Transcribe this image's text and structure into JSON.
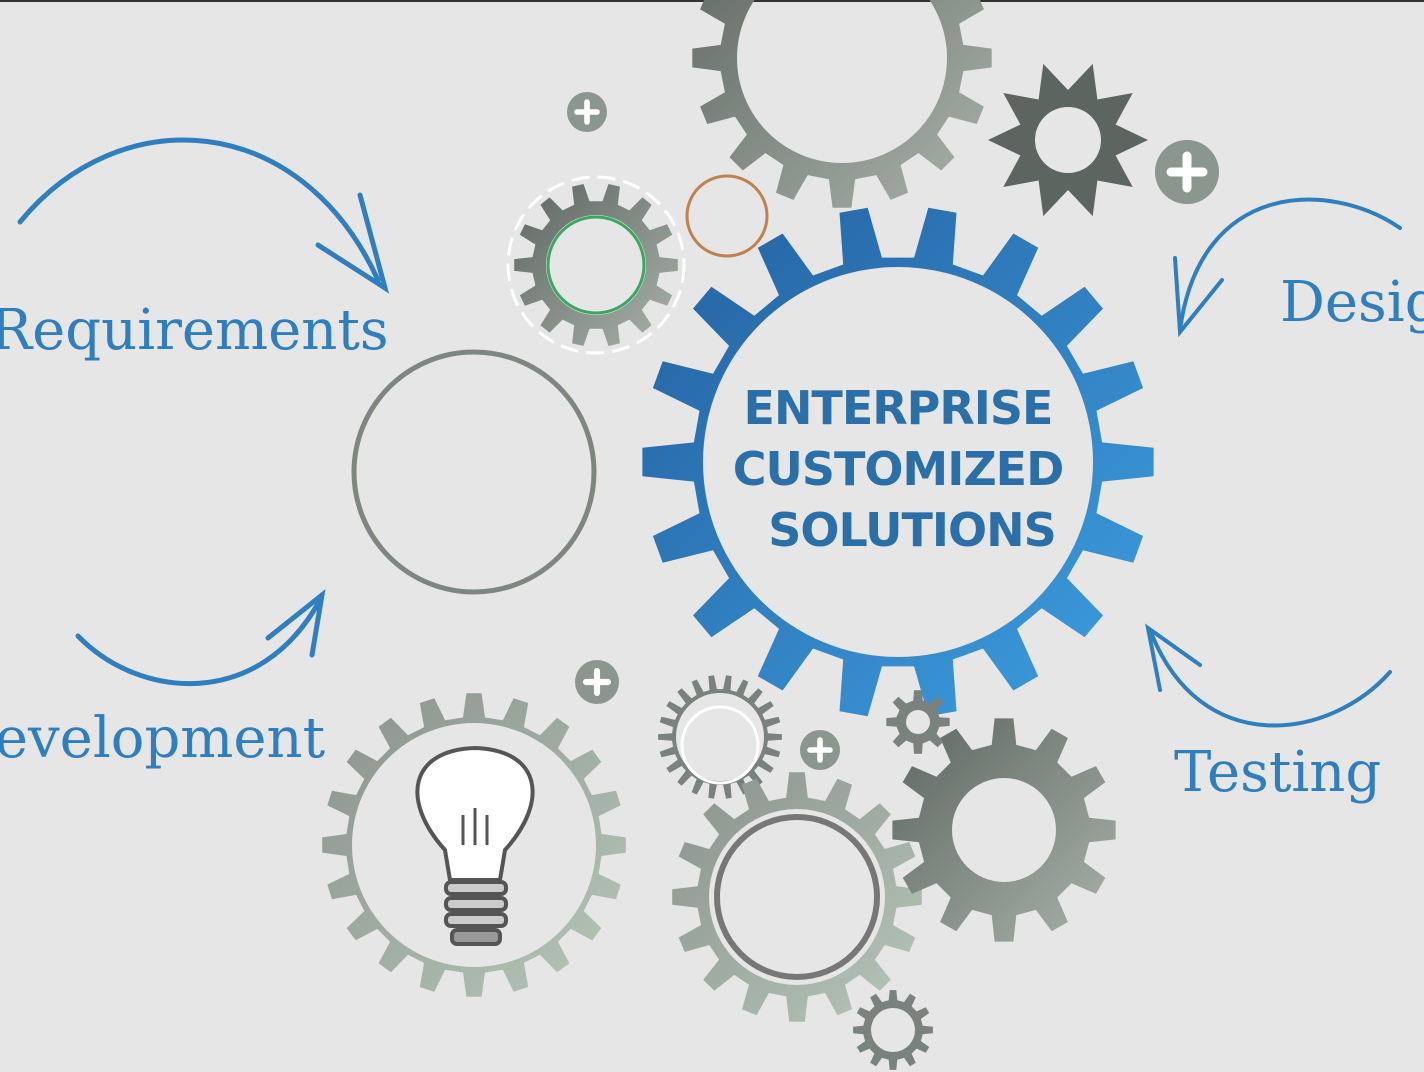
{
  "labels": {
    "requirements": "Requirements",
    "design": "Design",
    "development": "Development",
    "testing": "Testing"
  },
  "center": {
    "line1": "ENTERPRISE",
    "line2": "CUSTOMIZED",
    "line3": "SOLUTIONS"
  },
  "colors": {
    "accent_blue": "#2f7fc0",
    "gear_gray": "#6f7772",
    "background": "#e6e6e6"
  }
}
